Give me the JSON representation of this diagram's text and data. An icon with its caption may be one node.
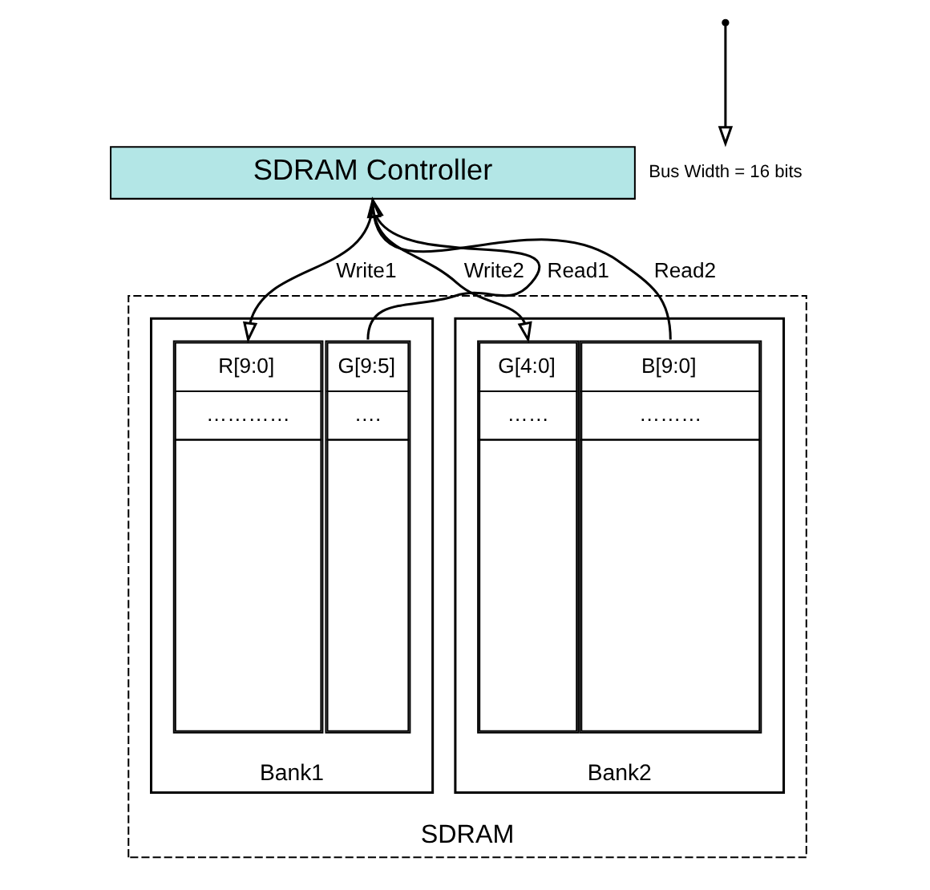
{
  "diagram": {
    "nodes": [
      {
        "text": [
          "SDRAM Controller"
        ]
      },
      {
        "text": [
          "SDRAM"
        ]
      },
      {
        "text": [
          "Bank1"
        ],
        "in": 1
      },
      {
        "text": [
          "R[9:0]",
          "…………"
        ],
        "in": 2
      },
      {
        "text": [
          "G[9:5]",
          "…."
        ],
        "in": 2
      },
      {
        "text": [
          "Bank2"
        ],
        "in": 1
      },
      {
        "text": [
          "G[4:0]",
          "……"
        ],
        "in": 5
      },
      {
        "text": [
          "B[9:0]",
          "………"
        ],
        "in": 5
      },
      {
        "text": [
          "Bus Width = 16 bits"
        ]
      }
    ],
    "edges": [
      {
        "from": 0,
        "to": 3,
        "arrow": "to",
        "label": "Write1"
      },
      {
        "from": 4,
        "to": 0,
        "arrow": "to",
        "label": "Read1"
      },
      {
        "from": 0,
        "to": 6,
        "arrow": "to",
        "label": "Write2"
      },
      {
        "from": 7,
        "to": 0,
        "arrow": "to",
        "label": "Read2"
      },
      {
        "from": null,
        "to": 8,
        "arrow": "to"
      }
    ]
  }
}
